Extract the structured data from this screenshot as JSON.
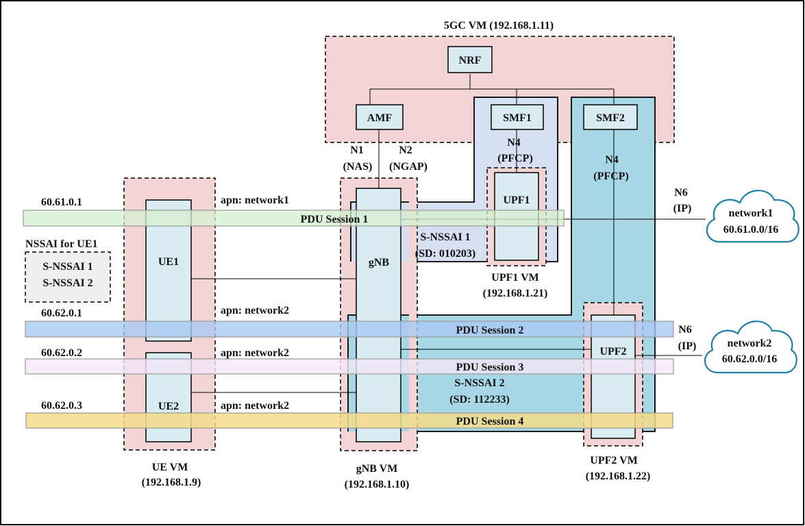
{
  "diagram": {
    "vms": {
      "core": {
        "title": "5GC VM (192.168.1.11)"
      },
      "ue": {
        "name": "UE VM",
        "ip": "(192.168.1.9)"
      },
      "gnb": {
        "name": "gNB VM",
        "ip": "(192.168.1.10)"
      },
      "upf1": {
        "name": "UPF1 VM",
        "ip": "(192.168.1.21)"
      },
      "upf2": {
        "name": "UPF2 VM",
        "ip": "(192.168.1.22)"
      }
    },
    "nodes": {
      "nrf": "NRF",
      "amf": "AMF",
      "smf1": "SMF1",
      "smf2": "SMF2",
      "upf1": "UPF1",
      "upf2": "UPF2",
      "gnb": "gNB",
      "ue1": "UE1",
      "ue2": "UE2"
    },
    "interfaces": {
      "n1": {
        "name": "N1",
        "proto": "(NAS)"
      },
      "n2": {
        "name": "N2",
        "proto": "(NGAP)"
      },
      "n4_upf1": {
        "name": "N4",
        "proto": "(PFCP)"
      },
      "n4_upf2": {
        "name": "N4",
        "proto": "(PFCP)"
      },
      "n6_net1": {
        "name": "N6",
        "proto": "(IP)"
      },
      "n6_net2": {
        "name": "N6",
        "proto": "(IP)"
      }
    },
    "slices": {
      "s1": {
        "name": "S-NSSAI 1",
        "sd": "(SD: 010203)"
      },
      "s2": {
        "name": "S-NSSAI 2",
        "sd": "(SD: 112233)"
      }
    },
    "nssai_box": {
      "title": "NSSAI for UE1",
      "items": [
        "S-NSSAI 1",
        "S-NSSAI 2"
      ]
    },
    "sessions": [
      {
        "label": "PDU Session 1",
        "ip": "60.61.0.1",
        "apn": "apn: network1",
        "color": "#d5f0d0"
      },
      {
        "label": "PDU Session 2",
        "ip": "60.62.0.1",
        "apn": "apn: network2",
        "color": "#a9c9f2"
      },
      {
        "label": "PDU Session 3",
        "ip": "60.62.0.2",
        "apn": "apn: network2",
        "color": "#f3e6f7"
      },
      {
        "label": "PDU Session 4",
        "ip": "60.62.0.3",
        "apn": "apn: network2",
        "color": "#f5dc8a"
      }
    ],
    "networks": {
      "net1": {
        "name": "network1",
        "cidr": "60.61.0.0/16"
      },
      "net2": {
        "name": "network2",
        "cidr": "60.62.0.0/16"
      }
    },
    "colors": {
      "vm_fill": "#f2d4d4",
      "node_fill": "#d9ecf2",
      "slice1_fill": "#d6e0f2",
      "slice2_fill": "#a8d8e6",
      "cloud_stroke": "#1b7fa8",
      "nssai_fill": "#efefef"
    }
  }
}
